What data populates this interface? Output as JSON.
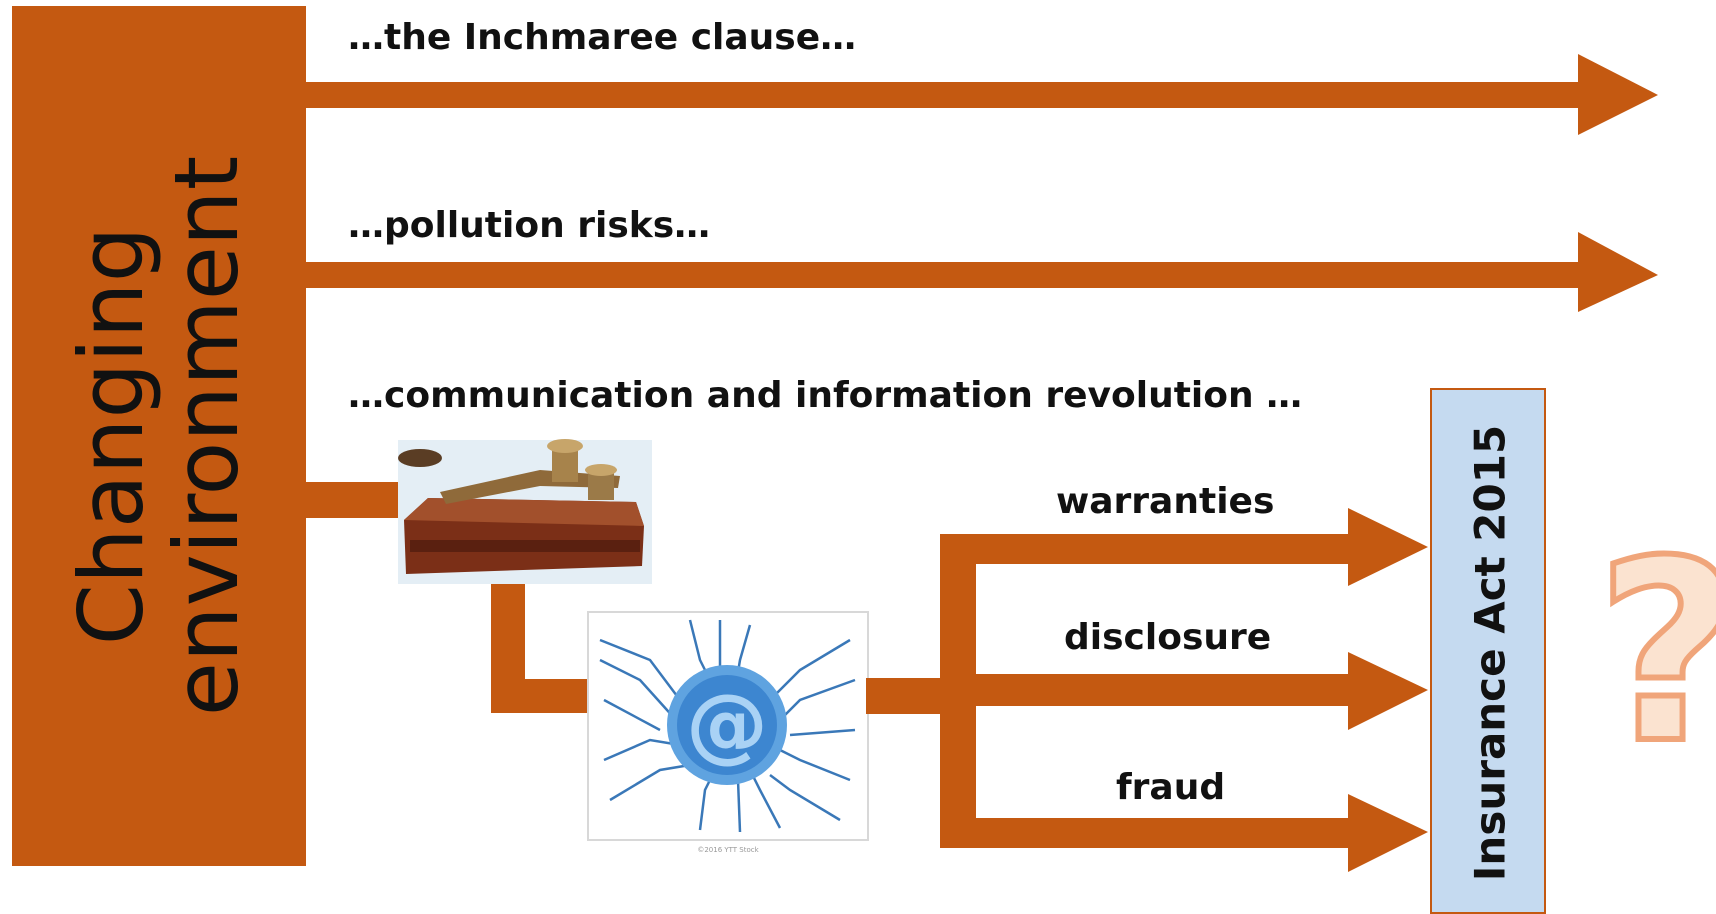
{
  "title": {
    "line1": "Changing",
    "line2": "environment"
  },
  "branches": {
    "inchmaree": "…the Inchmaree clause…",
    "pollution": "…pollution risks…",
    "communication": "…communication and information revolution …"
  },
  "outcomes": {
    "warranties": "warranties",
    "disclosure": "disclosure",
    "fraud": "fraud"
  },
  "act_label": "Insurance Act 2015",
  "question_mark": "?",
  "image_caption": "©2016 YTT Stock",
  "colors": {
    "accent": "#c45911",
    "act_box_fill": "#c5daf0",
    "question_fill": "#fbe3d0",
    "question_outline": "#f0a57a"
  }
}
